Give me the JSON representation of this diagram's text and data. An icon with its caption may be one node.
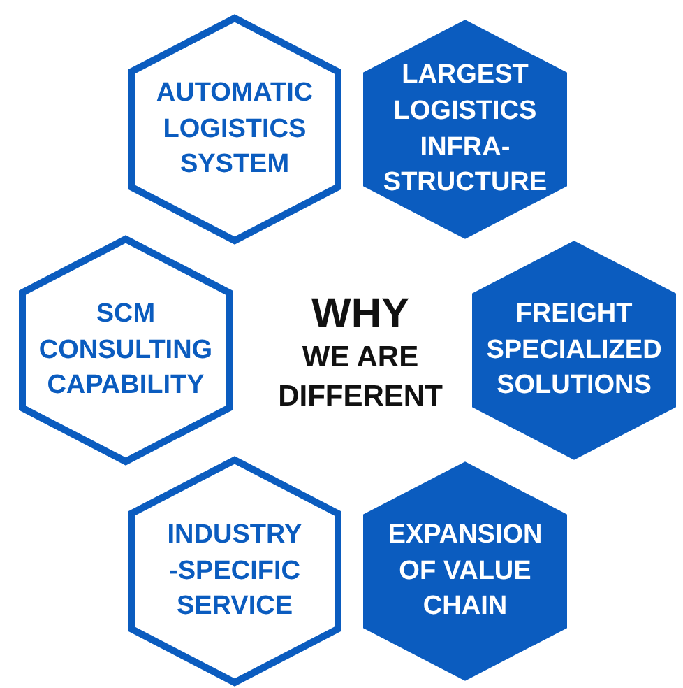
{
  "diagram": {
    "nodes": [
      {
        "text": [
          "AUTOMATIC LOGISTICS SYSTEM"
        ]
      },
      {
        "text": [
          "LARGEST LOGISTICS INFRA- STRUCTURE"
        ]
      },
      {
        "text": [
          "SCM CONSULTING CAPABILITY"
        ]
      },
      {
        "text": [
          "FREIGHT SPECIALIZED SOLUTIONS"
        ]
      },
      {
        "text": [
          "INDUSTRY -SPECIFIC SERVICE"
        ]
      },
      {
        "text": [
          "EXPANSION OF VALUE CHAIN"
        ]
      }
    ],
    "labels": [
      "WHY",
      "WE ARE DIFFERENT"
    ]
  }
}
